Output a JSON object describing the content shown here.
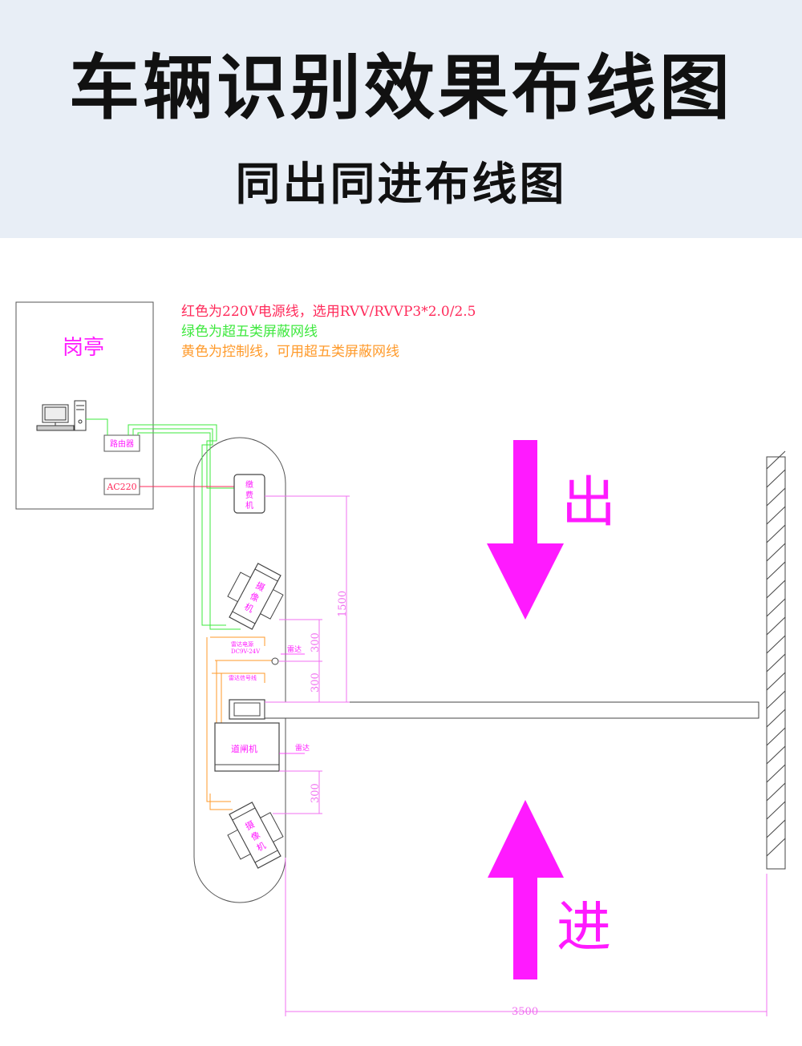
{
  "header": {
    "title": "车辆识别效果布线图",
    "subtitle": "同出同进布线图"
  },
  "legend": {
    "red": "红色为220V电源线，选用RVV/RVVP3*2.0/2.5",
    "green": "绿色为超五类屏蔽网线",
    "yellow": "黄色为控制线，可用超五类屏蔽网线"
  },
  "booth": {
    "label": "岗亭",
    "router": "路由器",
    "power": "AC220"
  },
  "devices": {
    "payment_machine": [
      "缴",
      "费",
      "机"
    ],
    "camera": [
      "摄",
      "像",
      "机"
    ],
    "radar_power": "雷达电源",
    "radar_voltage": "DC9V-24V",
    "radar": "雷达",
    "radar_signal": "雷达信号线",
    "barrier_gate": "道闸机"
  },
  "dimensions": {
    "d1500": "1500",
    "d300a": "300",
    "d300b": "300",
    "d300c": "300",
    "d3500": "3500"
  },
  "arrows": {
    "exit": "出",
    "enter": "进"
  },
  "colors": {
    "header_bg": "#e8eef6",
    "power_line": "#ff2a5a",
    "network_line": "#3ee83e",
    "control_line": "#ff9a2a",
    "magenta": "#ff1aff",
    "dimension": "#f070f0"
  }
}
